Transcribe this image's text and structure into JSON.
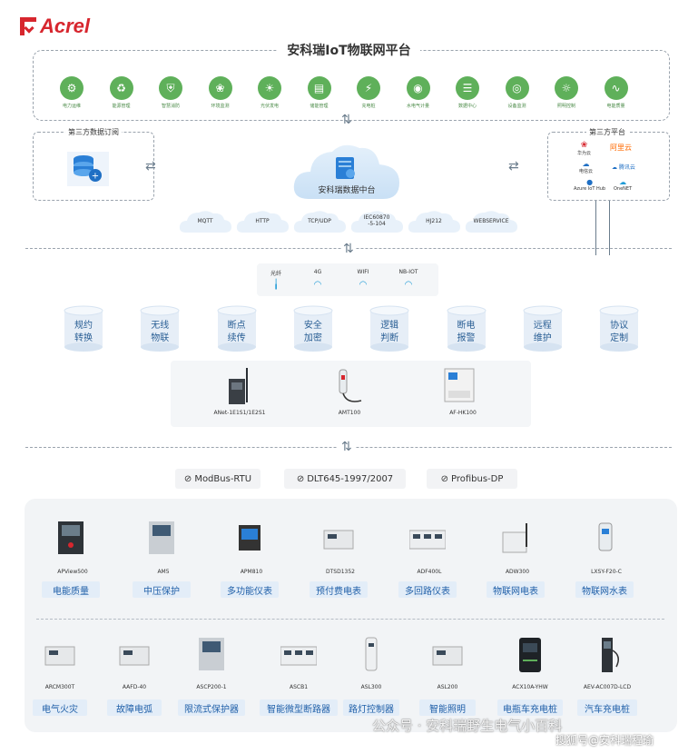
{
  "brand": "Acrel",
  "platform": {
    "title": "安科瑞IoT物联网平台",
    "modules": [
      "电力运维",
      "能源管理",
      "智慧消防",
      "环境监测",
      "光伏发电",
      "储能管理",
      "充电桩",
      "水电气计量",
      "数据中心",
      "设备监测",
      "照明控制",
      "电能质量"
    ]
  },
  "third_party_sub": {
    "title": "第三方数据订阅"
  },
  "third_party_platform": {
    "title": "第三方平台",
    "logos": [
      "华为云",
      "阿里云",
      "电信云",
      "腾讯云",
      "Azure IoT Hub",
      "OneNET"
    ]
  },
  "data_center": {
    "label": "安科瑞数据中台"
  },
  "protocols": [
    "MQTT",
    "HTTP",
    "TCP/UDP",
    "IEC60870\n-5-104",
    "HJ212",
    "WEBSERVICE"
  ],
  "network": {
    "items": [
      "光纤",
      "4G",
      "WIFI",
      "NB-IOT"
    ]
  },
  "functions": [
    [
      "规约",
      "转换"
    ],
    [
      "无线",
      "物联"
    ],
    [
      "断点",
      "续传"
    ],
    [
      "安全",
      "加密"
    ],
    [
      "逻辑",
      "判断"
    ],
    [
      "断电",
      "报警"
    ],
    [
      "远程",
      "维护"
    ],
    [
      "协议",
      "定制"
    ]
  ],
  "gateways": [
    "ANet-1E1S1/1E2S1",
    "AMT100",
    "AF-HK100"
  ],
  "buses": [
    "ModBus-RTU",
    "DLT645-1997/2007",
    "Profibus-DP"
  ],
  "devices_row1": [
    {
      "model": "APView500",
      "tag": "电能质量"
    },
    {
      "model": "AM5",
      "tag": "中压保护"
    },
    {
      "model": "APM810",
      "tag": "多功能仪表"
    },
    {
      "model": "DTSD1352",
      "tag": "预付费电表"
    },
    {
      "model": "ADF400L",
      "tag": "多回路仪表"
    },
    {
      "model": "ADW300",
      "tag": "物联网电表"
    },
    {
      "model": "LXSY-F20-C",
      "tag": "物联网水表"
    }
  ],
  "devices_row2": [
    {
      "model": "ARCM300T",
      "tag": "电气火灾"
    },
    {
      "model": "AAFD-40",
      "tag": "故障电弧"
    },
    {
      "model": "ASCP200-1",
      "tag": "限流式保护器"
    },
    {
      "model": "ASCB1",
      "tag": "智能微型断路器"
    },
    {
      "model": "ASL300",
      "tag": "路灯控制器"
    },
    {
      "model": "ASL200",
      "tag": "智能照明"
    },
    {
      "model": "ACX10A-YHW",
      "tag": "电瓶车充电桩"
    },
    {
      "model": "AEV-AC007D-LCD",
      "tag": "汽车充电桩"
    }
  ],
  "watermark": "公众号 · 安科瑞野生电气小百科",
  "watermark2": "搜狐号@安科瑞程瑜",
  "colors": {
    "accent_red": "#d7262e",
    "green": "#5fb05a",
    "blue": "#1f5fa8"
  }
}
